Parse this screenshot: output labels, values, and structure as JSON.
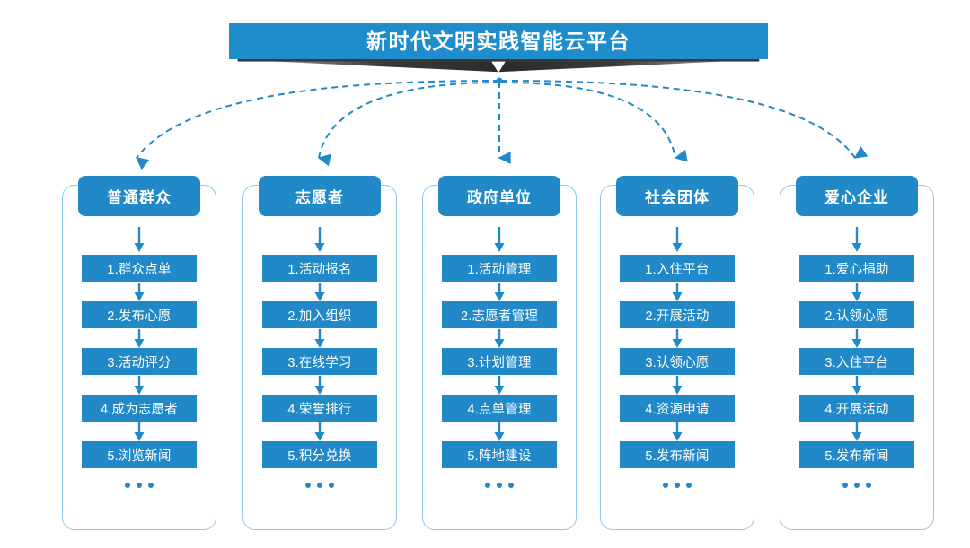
{
  "banner": {
    "title": "新时代文明实践智能云平台",
    "bar_color": "#1f8ccb",
    "ribbon_color": "#3a3a3a",
    "notch_icon": "caret-down-icon"
  },
  "connectors": {
    "style": "dashed",
    "color": "#2289c8",
    "arrow_icon": "arrow-down-icon",
    "count": 5
  },
  "columns": [
    {
      "header": "普通群众",
      "steps": [
        "1.群众点单",
        "2.发布心愿",
        "3.活动评分",
        "4.成为志愿者",
        "5.浏览新闻"
      ],
      "more": "..."
    },
    {
      "header": "志愿者",
      "steps": [
        "1.活动报名",
        "2.加入组织",
        "3.在线学习",
        "4.荣誉排行",
        "5.积分兑换"
      ],
      "more": "..."
    },
    {
      "header": "政府单位",
      "steps": [
        "1.活动管理",
        "2.志愿者管理",
        "3.计划管理",
        "4.点单管理",
        "5.阵地建设"
      ],
      "more": "..."
    },
    {
      "header": "社会团体",
      "steps": [
        "1.入住平台",
        "2.开展活动",
        "3.认领心愿",
        "4.资源申请",
        "5.发布新闻"
      ],
      "more": "..."
    },
    {
      "header": "爱心企业",
      "steps": [
        "1.爱心捐助",
        "2.认领心愿",
        "3.入住平台",
        "4.开展活动",
        "5.发布新闻"
      ],
      "more": "..."
    }
  ],
  "colors": {
    "primary_blue": "#2289c8",
    "banner_blue": "#1f8ccb",
    "container_border": "#8fc8e8",
    "background": "#ffffff",
    "ribbon_dark": "#3a3a3a"
  }
}
